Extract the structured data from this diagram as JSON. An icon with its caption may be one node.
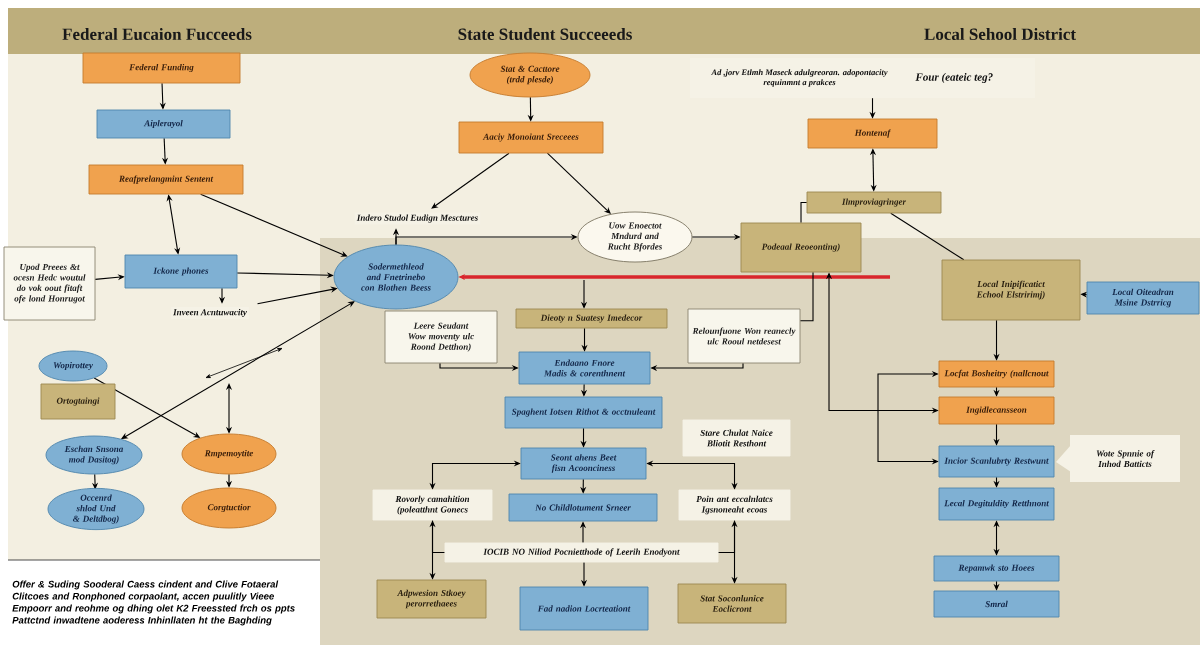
{
  "diagram": {
    "nodes": [
      {
        "text": [
          "Federal Funding"
        ]
      },
      {
        "text": [
          "Aiplerayol"
        ]
      },
      {
        "text": [
          "Reafprelangmint Sentent"
        ]
      },
      {
        "text": [
          "Upod Preees &t ocesn Hedc woutul do vok oout fitaft ofe lond Honrugot"
        ]
      },
      {
        "text": [
          "Ickone phones"
        ]
      },
      {
        "text": [
          "Inveen Acntuwacity"
        ]
      },
      {
        "text": [
          "Sodermethleod and Fnetrinebo con Blothen Beess"
        ]
      },
      {
        "text": [
          "Indero Studol Eudign Mesctures"
        ]
      },
      {
        "text": [
          "Stat & Cacttore (trdd plesde)"
        ]
      },
      {
        "text": [
          "Aaciy Monoiant Sreceees"
        ]
      },
      {
        "text": [
          "Uow Enoectot Mndurd and Rucht Bfordes"
        ]
      },
      {
        "text": [
          "Podeaal Reoeonting)"
        ]
      },
      {
        "text": [
          "Ad ,jorv Etlmh Maseck adulgreoran. adopontacity requinmnt a prakces",
          "Four (eateic teg?"
        ]
      },
      {
        "text": [
          "Hontenaf"
        ]
      },
      {
        "text": [
          "Ilmproviagringer"
        ]
      },
      {
        "text": [
          "Local Inipificatict Echool Elstririmj)"
        ]
      },
      {
        "text": [
          "Local Oiteadran Msine Dstrricg"
        ]
      },
      {
        "text": [
          "Leere Seudant Wow moventy ulc Roond Detthon)"
        ]
      },
      {
        "text": [
          "Dieoty n Suatesy Imedecor"
        ]
      },
      {
        "text": [
          "Relounfuone Won reanecly ulc Rooul netdesest"
        ]
      },
      {
        "text": [
          "Endaano Fnore Madis & corenthnent"
        ]
      },
      {
        "text": [
          "Spaghent Iotsen Rithot & occtnuleant"
        ]
      },
      {
        "text": [
          "Stare Chulat Naice Bliotit Resthont"
        ]
      },
      {
        "text": [
          "Seont ahens Beet fisn Acoonciness"
        ]
      },
      {
        "text": [
          "Rovorly camahition (poleatthnt Gonecs"
        ]
      },
      {
        "text": [
          "No Childlotument Srneer"
        ]
      },
      {
        "text": [
          "Poin ant eccalnlatcs Igsnoneaht ecoas"
        ]
      },
      {
        "text": [
          "IOCIB NO Niliod Pocnietthode of Leerih Enodyont"
        ]
      },
      {
        "text": [
          "Adpwesion Stkoey perorrethaees"
        ]
      },
      {
        "text": [
          "Fad nadion Locrteationt"
        ]
      },
      {
        "text": [
          "Stat Soconlunice Eoclicront"
        ]
      },
      {
        "text": [
          "Wopirottey"
        ]
      },
      {
        "text": [
          "Ortogtaingi"
        ]
      },
      {
        "text": [
          "Eschan Snsona mod Dasitog)"
        ]
      },
      {
        "text": [
          "Occenrd shlod Und & Deltdbog)"
        ]
      },
      {
        "text": [
          "Rmpemoytite"
        ]
      },
      {
        "text": [
          "Corgtuctior"
        ]
      },
      {
        "text": [
          "Locfat Bosheitry (nallcnout"
        ]
      },
      {
        "text": [
          "Ingidlecansseon"
        ]
      },
      {
        "text": [
          "Incior Scanlubrty Restwunt"
        ]
      },
      {
        "text": [
          "Lecal Degituldity Retthnont"
        ]
      },
      {
        "text": [
          "Wote Spnnie of Inhod Batticts"
        ]
      },
      {
        "text": [
          "Repamwk sto Hoees"
        ]
      },
      {
        "text": [
          "Smral"
        ]
      }
    ],
    "edges": [
      {
        "from": 0,
        "to": 1,
        "arrow": "to"
      },
      {
        "from": 1,
        "to": 2,
        "arrow": "to"
      },
      {
        "from": 2,
        "to": 4,
        "arrow": "both"
      },
      {
        "from": 3,
        "to": 4,
        "arrow": "to"
      },
      {
        "from": 4,
        "to": 6,
        "arrow": "to"
      },
      {
        "from": 2,
        "to": 6,
        "arrow": "to"
      },
      {
        "from": 4,
        "to": 5,
        "arrow": "to"
      },
      {
        "from": 5,
        "to": 6,
        "arrow": "to"
      },
      {
        "from": 33,
        "to": 6,
        "arrow": "both"
      },
      {
        "from": 31,
        "to": 35,
        "arrow": "to"
      },
      {
        "from": null,
        "to": 35,
        "arrow": "both"
      },
      {
        "from": 33,
        "to": 34,
        "arrow": "to"
      },
      {
        "from": 35,
        "to": 36,
        "arrow": "to"
      },
      {
        "from": 8,
        "to": 9,
        "arrow": "to"
      },
      {
        "from": 9,
        "to": 7,
        "arrow": "to"
      },
      {
        "from": 9,
        "to": 10,
        "arrow": "to"
      },
      {
        "from": 6,
        "to": 7,
        "arrow": "to"
      },
      {
        "from": 6,
        "to": 10,
        "arrow": "to"
      },
      {
        "from": 10,
        "to": 11,
        "arrow": "to"
      },
      {
        "from": null,
        "to": 6,
        "arrow": "to",
        "style": "thick",
        "color": "#d9262c"
      },
      {
        "from": null,
        "to": 18,
        "arrow": "to"
      },
      {
        "from": 18,
        "to": 20,
        "arrow": "to"
      },
      {
        "from": 17,
        "to": 20,
        "arrow": "to"
      },
      {
        "from": 19,
        "to": 20,
        "arrow": "to"
      },
      {
        "from": 20,
        "to": 21,
        "arrow": "to"
      },
      {
        "from": 21,
        "to": 23,
        "arrow": "to"
      },
      {
        "from": 23,
        "to": 25,
        "arrow": "to"
      },
      {
        "from": 23,
        "to": 24,
        "arrow": "both"
      },
      {
        "from": 23,
        "to": 26,
        "arrow": "both"
      },
      {
        "from": 27,
        "to": 25,
        "arrow": "to"
      },
      {
        "from": 27,
        "to": 29,
        "arrow": "to"
      },
      {
        "from": 24,
        "to": 28,
        "arrow": "both"
      },
      {
        "from": 26,
        "to": 30,
        "arrow": "both"
      },
      {
        "from": 14,
        "to": 11,
        "arrow": "none"
      },
      {
        "from": 14,
        "to": 15,
        "arrow": "none"
      },
      {
        "from": 13,
        "to": 14,
        "arrow": "both"
      },
      {
        "from": 12,
        "to": 13,
        "arrow": "to"
      },
      {
        "from": 16,
        "to": 15,
        "arrow": "to"
      },
      {
        "from": 15,
        "to": 37,
        "arrow": "to"
      },
      {
        "from": 37,
        "to": 38,
        "arrow": "to"
      },
      {
        "from": 38,
        "to": 39,
        "arrow": "to"
      },
      {
        "from": 39,
        "to": 40,
        "arrow": "to"
      },
      {
        "from": 40,
        "to": 42,
        "arrow": "both"
      },
      {
        "from": 42,
        "to": 43,
        "arrow": "to"
      },
      {
        "from": 11,
        "to": 19,
        "arrow": "none"
      },
      {
        "from": 11,
        "to": 38,
        "arrow": "both"
      },
      {
        "from": 37,
        "to": 39,
        "arrow": "both"
      },
      {
        "from": 27,
        "to": 24,
        "arrow": "none"
      },
      {
        "from": 27,
        "to": 26,
        "arrow": "none"
      }
    ],
    "labels": [
      "Federal Eucaion Fucceeds",
      "State Student Succeeeds",
      "Local Sehool District",
      "Offer & Suding Sooderal Caess cindent and Clive Fotaeral Clitcoes and Ronphoned corpaolant, accen puulitly Vieee Empoorr and reohme og dhing olet K2 Freessted frch os ppts Pattctnd inwadtene aoderess Inhinllaten ht the Baghding"
    ]
  }
}
